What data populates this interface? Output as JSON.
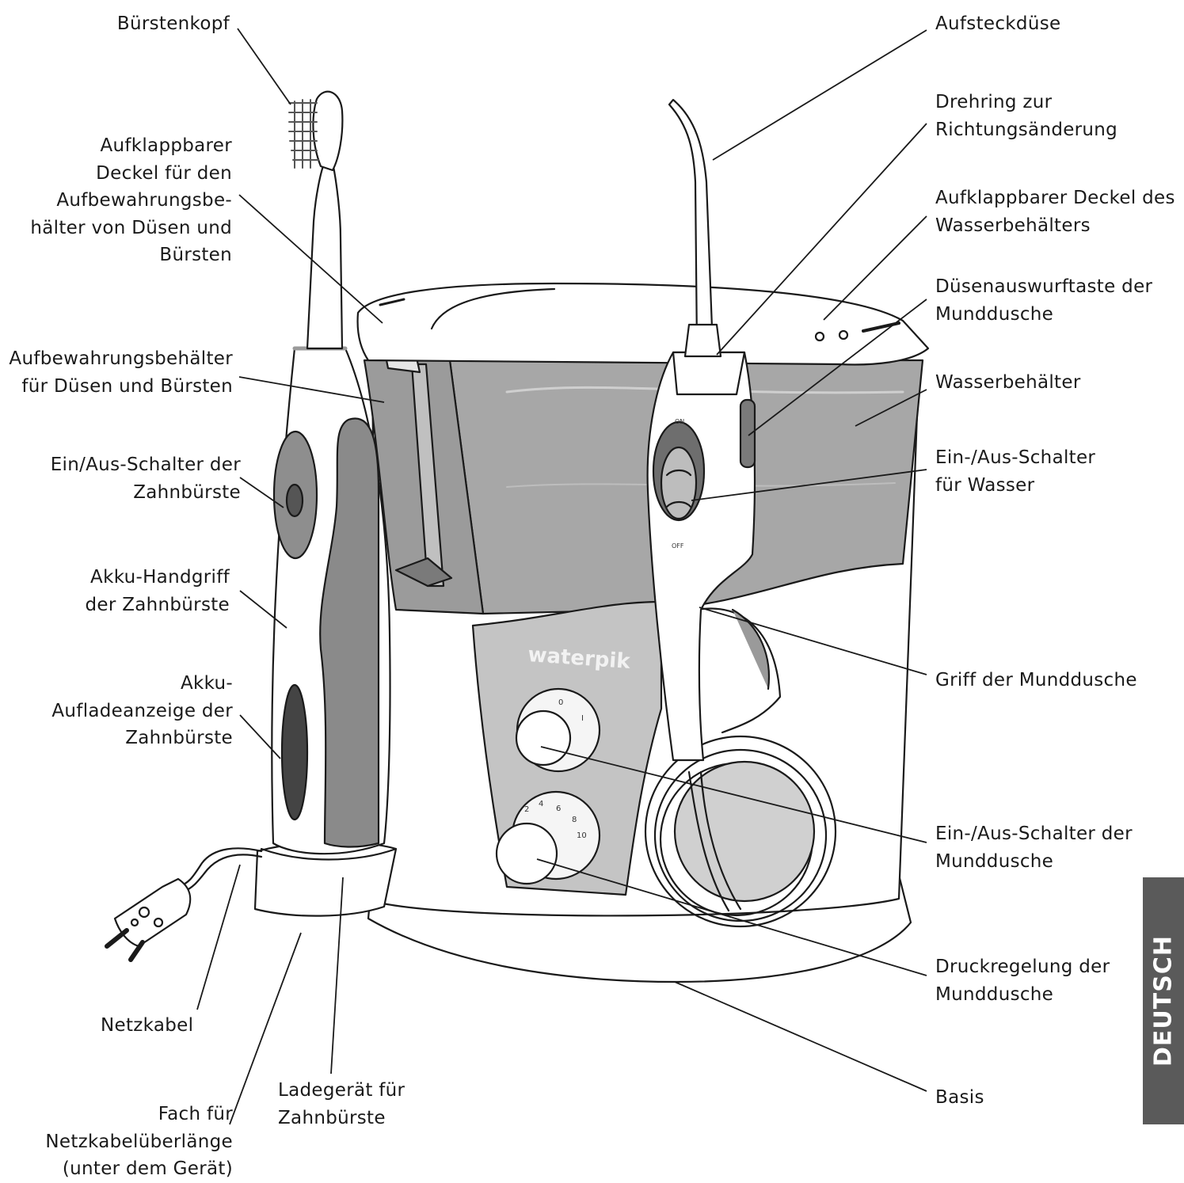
{
  "labels": {
    "brush_head": [
      "Bürstenkopf"
    ],
    "storage_lid": [
      "Aufklappbarer",
      "Deckel für den",
      "Aufbewahrungsbe-",
      "hälter von Düsen und",
      "Bürsten"
    ],
    "storage_container": [
      "Aufbewahrungsbehälter",
      "für Düsen und Bürsten"
    ],
    "toothbrush_switch": [
      "Ein/Aus-Schalter der",
      "Zahnbürste"
    ],
    "toothbrush_handle": [
      "Akku-Handgriff",
      "der Zahnbürste"
    ],
    "charge_indicator": [
      "Akku-",
      "Aufladeanzeige der",
      "Zahnbürste"
    ],
    "power_cord": [
      "Netzkabel"
    ],
    "cord_storage": [
      "Fach für",
      "Netzkabelüberlänge",
      "(unter dem Gerät)"
    ],
    "charger": [
      "Ladegerät für",
      "Zahnbürste"
    ],
    "tip": [
      "Aufsteckdüse"
    ],
    "rotation_ring": [
      "Drehring zur",
      "Richtungsänderung"
    ],
    "reservoir_lid": [
      "Aufklappbarer Deckel des",
      "Wasserbehälters"
    ],
    "eject_button": [
      "Düsenauswurftaste der",
      "Munddusche"
    ],
    "reservoir": [
      "Wasserbehälter"
    ],
    "water_switch": [
      "Ein-/Aus-Schalter",
      "für Wasser"
    ],
    "flosser_handle": [
      "Griff der Munddusche"
    ],
    "flosser_switch": [
      "Ein-/Aus-Schalter der",
      "Munddusche"
    ],
    "pressure_control": [
      "Druckregelung der",
      "Munddusche"
    ],
    "base": [
      "Basis"
    ]
  },
  "device": {
    "brand": "waterpik",
    "handle_on": "ON",
    "handle_off": "OFF",
    "dial_upper": [
      "0",
      "I"
    ],
    "dial_lower": [
      "2",
      "4",
      "6",
      "8",
      "10"
    ]
  },
  "side_tab": "DEUTSCH",
  "colors": {
    "line": "#1a1a1a",
    "water": "#a7a7a7",
    "water_dark": "#8d8d8d",
    "grip": "#8a8a8a",
    "panel": "#c4c4c4",
    "tab": "#5a5a5a"
  }
}
